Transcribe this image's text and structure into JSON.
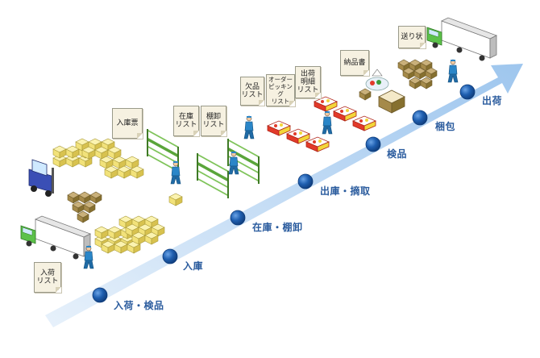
{
  "steps": [
    {
      "label": "入荷・検品"
    },
    {
      "label": "入庫"
    },
    {
      "label": "在庫・棚卸"
    },
    {
      "label": "出庫・摘取"
    },
    {
      "label": "検品"
    },
    {
      "label": "梱包"
    },
    {
      "label": "出荷"
    }
  ],
  "documents": [
    {
      "lines": [
        "入荷",
        "リスト"
      ]
    },
    {
      "lines": [
        "入庫票"
      ]
    },
    {
      "lines": [
        "在庫",
        "リスト"
      ]
    },
    {
      "lines": [
        "棚卸",
        "リスト"
      ]
    },
    {
      "lines": [
        "欠品",
        "リスト"
      ]
    },
    {
      "lines": [
        "オーダー",
        "ピッキング",
        "リスト"
      ]
    },
    {
      "lines": [
        "出荷",
        "明細",
        "リスト"
      ]
    },
    {
      "lines": [
        "納品書"
      ]
    },
    {
      "lines": [
        "送り状"
      ]
    }
  ],
  "colors": {
    "arrow": "#bcd8f3",
    "node": "#1f5fb0",
    "label": "#2b5c9e",
    "box": "#f2e27a",
    "shelf": "#7fc45a",
    "tray": "#e23a2a",
    "worker": "#2a86c8"
  }
}
